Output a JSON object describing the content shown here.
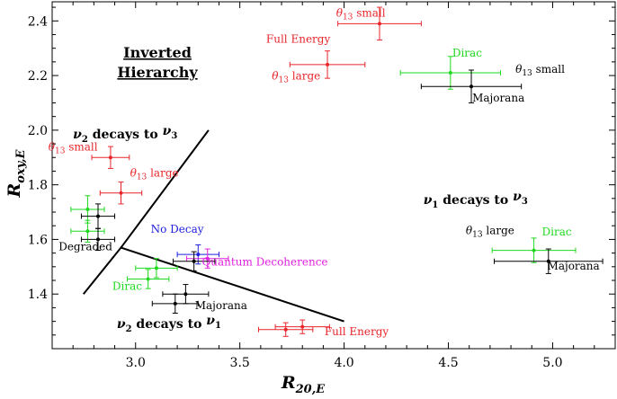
{
  "chart_data": {
    "type": "scatter",
    "xlim": [
      2.6,
      5.3
    ],
    "ylim": [
      1.2,
      2.47
    ],
    "xticks": [
      3.0,
      3.5,
      4.0,
      4.5,
      5.0
    ],
    "yticks": [
      1.4,
      1.6,
      1.8,
      2.0,
      2.2,
      2.4
    ],
    "xtick_labels": [
      "3.0",
      "3.5",
      "4.0",
      "4.5",
      "5.0"
    ],
    "ytick_labels": [
      "1.4",
      "1.6",
      "1.8",
      "2.0",
      "2.2",
      "2.4"
    ],
    "xlabel_main": "R",
    "xlabel_sub": "20,E",
    "ylabel_main": "R",
    "ylabel_sub": "oxy,E",
    "title_lines": [
      "Inverted",
      "Hierarchy"
    ],
    "grid": false,
    "colors": {
      "red": "#e8252b",
      "green": "#1ed91e",
      "black": "#000000",
      "blue": "#2020e0",
      "magenta": "#e020e0"
    },
    "points": [
      {
        "x": 4.17,
        "y": 2.39,
        "xerr": 0.2,
        "yerr": 0.06,
        "color": "red"
      },
      {
        "x": 3.92,
        "y": 2.24,
        "xerr": 0.18,
        "yerr": 0.05,
        "color": "red"
      },
      {
        "x": 4.51,
        "y": 2.21,
        "xerr": 0.24,
        "yerr": 0.06,
        "color": "green"
      },
      {
        "x": 4.61,
        "y": 2.16,
        "xerr": 0.24,
        "yerr": 0.06,
        "color": "black"
      },
      {
        "x": 2.88,
        "y": 1.9,
        "xerr": 0.09,
        "yerr": 0.04,
        "color": "red"
      },
      {
        "x": 2.93,
        "y": 1.77,
        "xerr": 0.1,
        "yerr": 0.04,
        "color": "red"
      },
      {
        "x": 2.77,
        "y": 1.71,
        "xerr": 0.08,
        "yerr": 0.05,
        "color": "green"
      },
      {
        "x": 2.82,
        "y": 1.685,
        "xerr": 0.08,
        "yerr": 0.045,
        "color": "black"
      },
      {
        "x": 2.77,
        "y": 1.63,
        "xerr": 0.08,
        "yerr": 0.04,
        "color": "green"
      },
      {
        "x": 2.82,
        "y": 1.6,
        "xerr": 0.08,
        "yerr": 0.04,
        "color": "black"
      },
      {
        "x": 3.3,
        "y": 1.545,
        "xerr": 0.1,
        "yerr": 0.035,
        "color": "blue"
      },
      {
        "x": 3.345,
        "y": 1.53,
        "xerr": 0.1,
        "yerr": 0.035,
        "color": "magenta"
      },
      {
        "x": 3.28,
        "y": 1.52,
        "xerr": 0.1,
        "yerr": 0.035,
        "color": "black"
      },
      {
        "x": 3.1,
        "y": 1.495,
        "xerr": 0.1,
        "yerr": 0.035,
        "color": "green"
      },
      {
        "x": 3.06,
        "y": 1.455,
        "xerr": 0.1,
        "yerr": 0.035,
        "color": "green"
      },
      {
        "x": 3.24,
        "y": 1.4,
        "xerr": 0.11,
        "yerr": 0.035,
        "color": "black"
      },
      {
        "x": 3.19,
        "y": 1.365,
        "xerr": 0.11,
        "yerr": 0.035,
        "color": "black"
      },
      {
        "x": 3.72,
        "y": 1.27,
        "xerr": 0.13,
        "yerr": 0.025,
        "color": "red"
      },
      {
        "x": 3.8,
        "y": 1.28,
        "xerr": 0.13,
        "yerr": 0.025,
        "color": "red"
      },
      {
        "x": 4.91,
        "y": 1.56,
        "xerr": 0.2,
        "yerr": 0.045,
        "color": "green"
      },
      {
        "x": 4.98,
        "y": 1.52,
        "xerr": 0.26,
        "yerr": 0.045,
        "color": "black"
      }
    ],
    "lines": [
      {
        "x": [
          2.75,
          2.93,
          4.0
        ],
        "y": [
          1.4,
          1.57,
          1.3
        ]
      },
      {
        "x": [
          2.93,
          3.35
        ],
        "y": [
          1.57,
          2.0
        ]
      }
    ],
    "annotations": [
      {
        "text": "small",
        "prefix": "θ",
        "sub": "13",
        "x": 4.08,
        "y": 2.415,
        "color": "red",
        "anchor": "middle"
      },
      {
        "text": "Full Energy",
        "x": 3.78,
        "y": 2.32,
        "color": "red",
        "anchor": "middle"
      },
      {
        "text": "large",
        "prefix": "θ",
        "sub": "13",
        "x": 3.77,
        "y": 2.185,
        "color": "red",
        "anchor": "middle"
      },
      {
        "text": "Dirac",
        "x": 4.59,
        "y": 2.27,
        "color": "green",
        "anchor": "middle"
      },
      {
        "text": "small",
        "prefix": "θ",
        "sub": "13",
        "x": 4.94,
        "y": 2.21,
        "color": "black",
        "anchor": "middle"
      },
      {
        "text": "Majorana",
        "x": 4.74,
        "y": 2.105,
        "color": "black",
        "anchor": "middle"
      },
      {
        "text": "small",
        "prefix": "θ",
        "sub": "13",
        "x": 2.7,
        "y": 1.925,
        "color": "red",
        "anchor": "middle"
      },
      {
        "text": "large",
        "prefix": "θ",
        "sub": "13",
        "x": 3.09,
        "y": 1.83,
        "color": "red",
        "anchor": "middle"
      },
      {
        "text": "Degraded",
        "x": 2.76,
        "y": 1.56,
        "color": "black",
        "anchor": "middle"
      },
      {
        "text": "No Decay",
        "x": 3.2,
        "y": 1.625,
        "color": "blue",
        "anchor": "middle"
      },
      {
        "text": "Quantum Decoherence",
        "x": 3.62,
        "y": 1.505,
        "color": "magenta",
        "anchor": "middle"
      },
      {
        "text": "Dirac",
        "x": 2.96,
        "y": 1.415,
        "color": "green",
        "anchor": "middle"
      },
      {
        "text": "Majorana",
        "x": 3.41,
        "y": 1.345,
        "color": "black",
        "anchor": "middle"
      },
      {
        "text": "Full Energy",
        "x": 4.06,
        "y": 1.25,
        "color": "red",
        "anchor": "middle"
      },
      {
        "text": "large",
        "prefix": "θ",
        "sub": "13",
        "x": 4.7,
        "y": 1.62,
        "color": "black",
        "anchor": "middle"
      },
      {
        "text": "Dirac",
        "x": 5.02,
        "y": 1.615,
        "color": "green",
        "anchor": "middle"
      },
      {
        "text": "Majorana",
        "x": 5.1,
        "y": 1.49,
        "color": "black",
        "anchor": "middle"
      }
    ],
    "regions": [
      {
        "main": "ν",
        "sub1": "2",
        "text": " decays to ",
        "main2": "ν",
        "sub2": "3",
        "x": 2.7,
        "y": 1.97
      },
      {
        "main": "ν",
        "sub1": "1",
        "text": " decays to ",
        "main2": "ν",
        "sub2": "3",
        "x": 4.38,
        "y": 1.73
      },
      {
        "main": "ν",
        "sub1": "2",
        "text": " decays to ",
        "main2": "ν",
        "sub2": "1",
        "x": 2.91,
        "y": 1.275
      }
    ]
  }
}
